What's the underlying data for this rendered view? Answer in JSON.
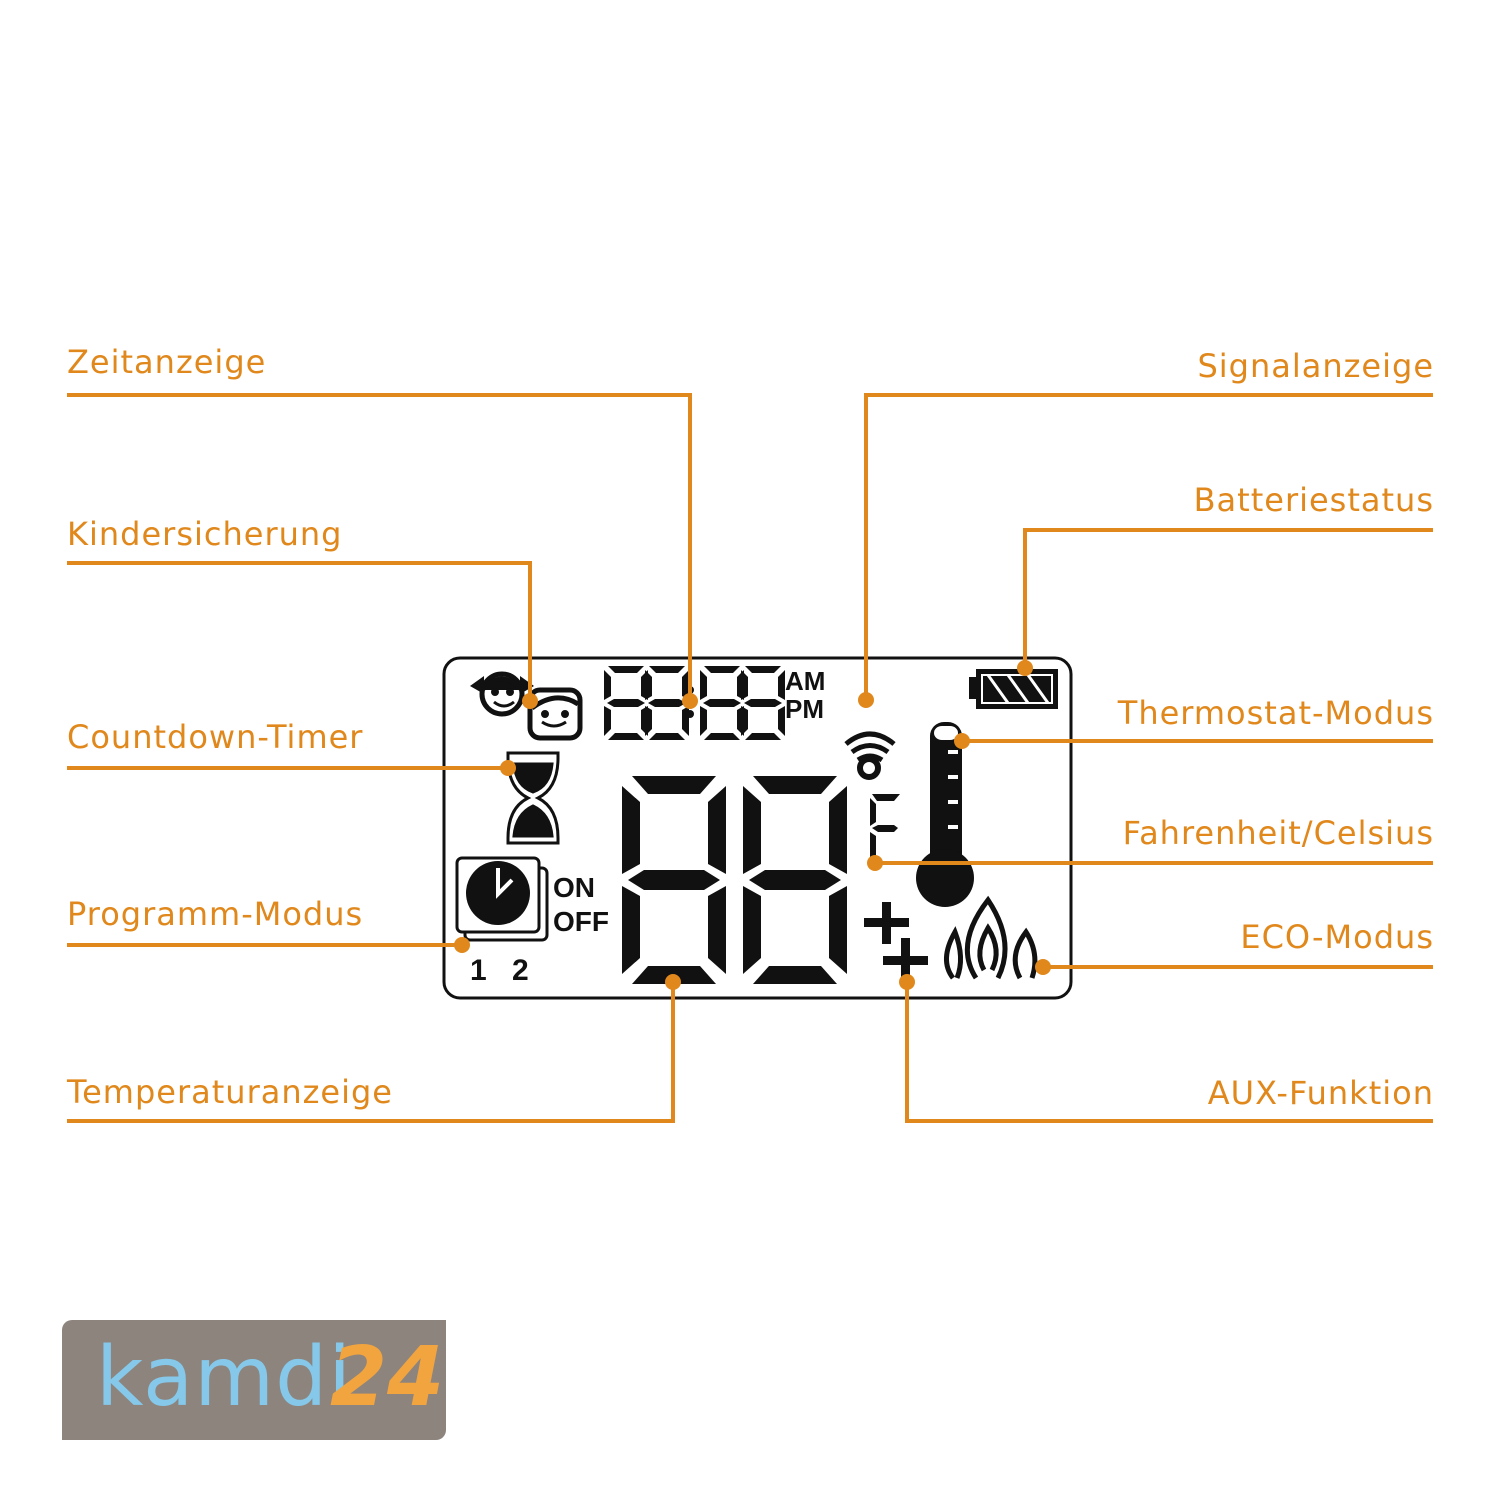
{
  "colors": {
    "accent": "#e0881c",
    "lcd_ink": "#111111",
    "logo_bg": "#8d847d",
    "logo_text": "#85c8ea",
    "logo_number": "#f2a43f"
  },
  "labels": {
    "left": [
      {
        "id": "zeitanzeige",
        "text": "Zeitanzeige"
      },
      {
        "id": "kindersicherung",
        "text": "Kindersicherung"
      },
      {
        "id": "countdown",
        "text": "Countdown-Timer"
      },
      {
        "id": "programm",
        "text": "Programm-Modus"
      },
      {
        "id": "temperatur",
        "text": "Temperaturanzeige"
      }
    ],
    "right": [
      {
        "id": "signal",
        "text": "Signalanzeige"
      },
      {
        "id": "batterie",
        "text": "Batteriestatus"
      },
      {
        "id": "thermostat",
        "text": "Thermostat-Modus"
      },
      {
        "id": "fahrenheit",
        "text": "Fahrenheit/Celsius"
      },
      {
        "id": "eco",
        "text": "ECO-Modus"
      },
      {
        "id": "aux",
        "text": "AUX-Funktion"
      }
    ]
  },
  "lcd": {
    "time_digits": "88:88",
    "am": "AM",
    "pm": "PM",
    "temp_digits": "88",
    "unit": "F",
    "program_on": "ON",
    "program_off": "OFF",
    "program_1": "1",
    "program_2": "2",
    "icons": [
      "child-lock-icon",
      "hourglass-icon",
      "clock-program-icon",
      "signal-icon",
      "battery-icon",
      "thermometer-icon",
      "aux-plus-icon",
      "flame-eco-icon"
    ]
  },
  "logo": {
    "brand": "kamdi",
    "number": "24"
  }
}
